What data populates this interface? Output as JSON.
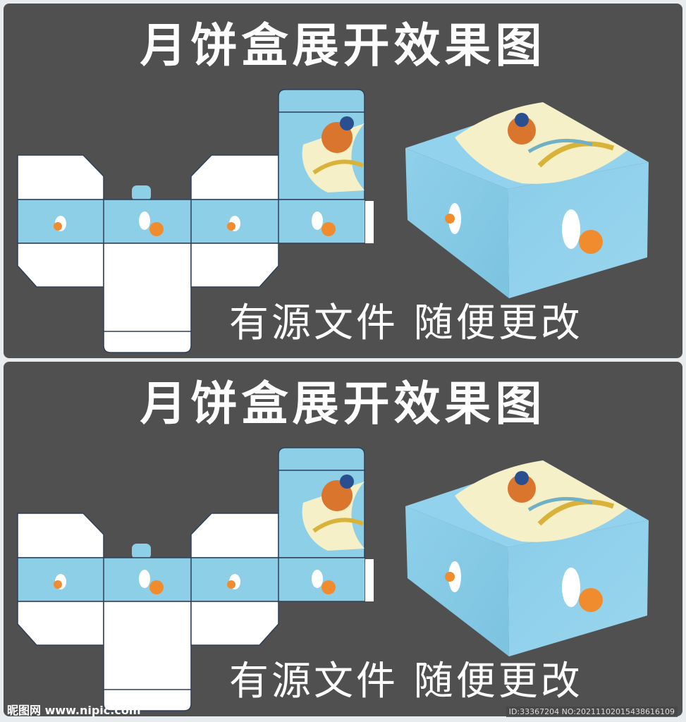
{
  "panels": [
    {
      "title": "月饼盒展开效果图",
      "subtitle": "有源文件 随便更改"
    },
    {
      "title": "月饼盒展开效果图",
      "subtitle": "有源文件 随便更改"
    }
  ],
  "watermark": {
    "site": "昵图网 www.nipic.com",
    "id": "ID:33367204 NO:20211102015438616109"
  },
  "colors": {
    "background": "#505050",
    "box_blue": "#8ecfe8",
    "moon": "#f6f0c8",
    "die_line": "#2e3f5a"
  }
}
